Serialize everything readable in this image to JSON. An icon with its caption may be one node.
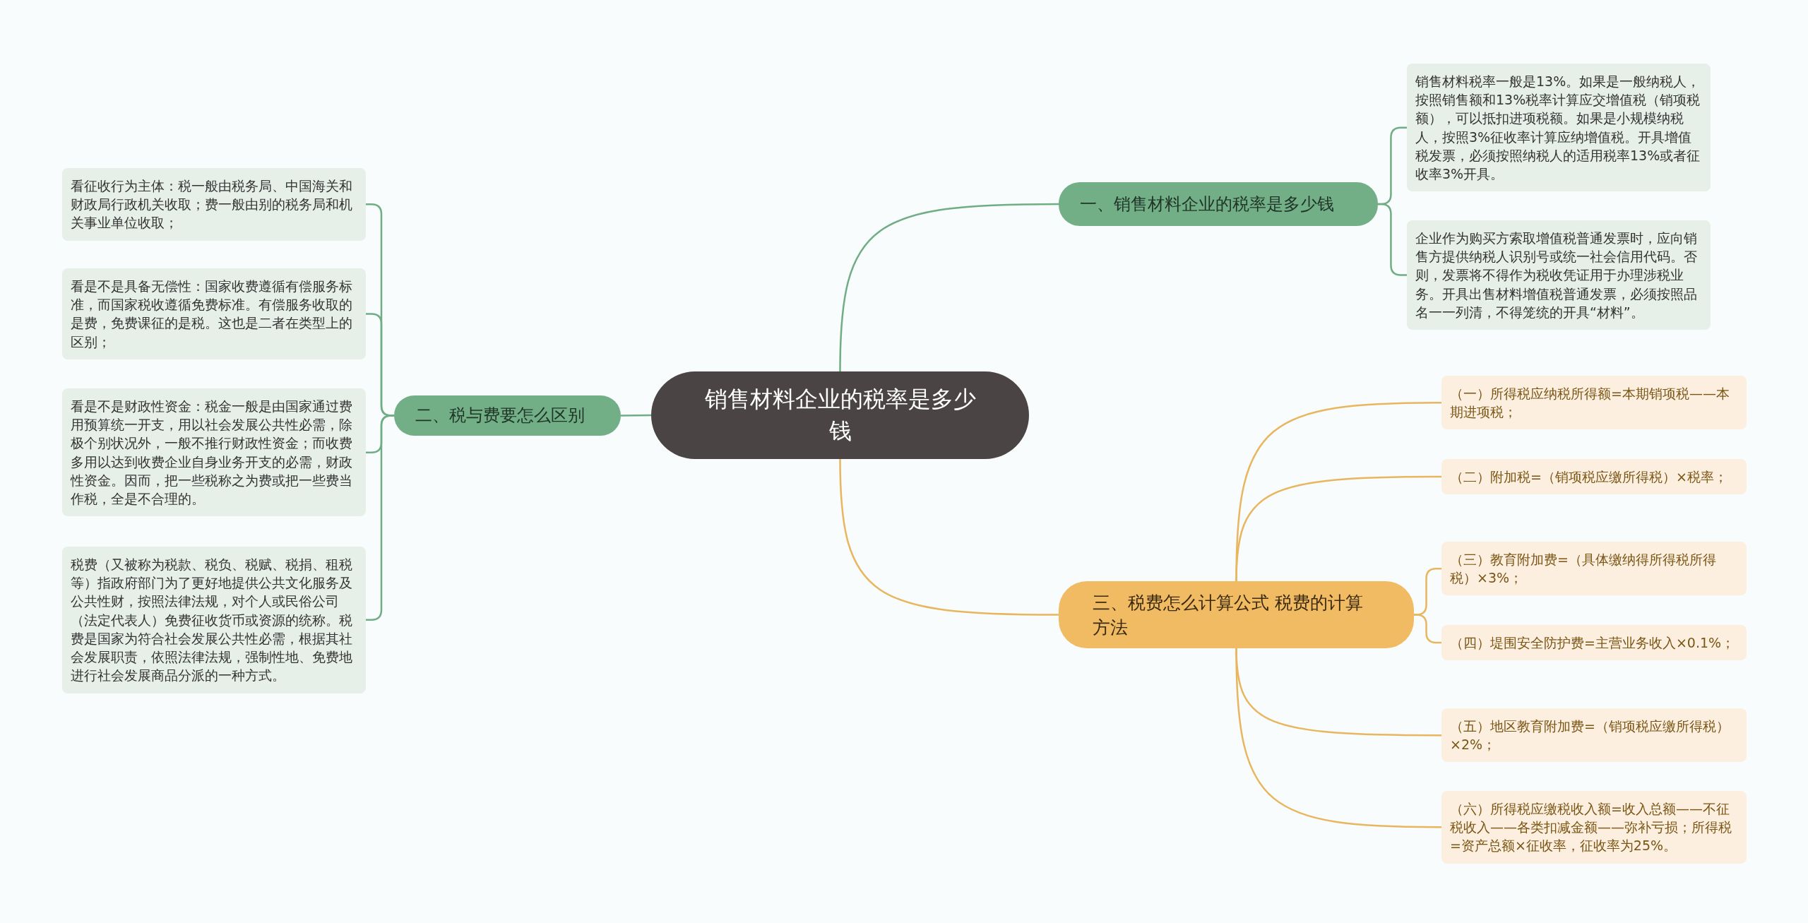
{
  "diagram": {
    "nodes": [
      {
        "text": [
          "销售材料企业的税率是多少钱"
        ]
      },
      {
        "text": [
          "一、销售材料企业的税率是多少钱"
        ]
      },
      {
        "text": [
          "销售材料税率一般是13%。如果是一般纳税人，按照销售额和13%税率计算应交增值税（销项税额），可以抵扣进项税额。如果是小规模纳税人，按照3%征收率计算应纳增值税。开具增值税发票，必须按照纳税人的适用税率13%或者征收率3%开具。"
        ]
      },
      {
        "text": [
          "企业作为购买方索取增值税普通发票时，应向销售方提供纳税人识别号或统一社会信用代码。否则，发票将不得作为税收凭证用于办理涉税业务。开具出售材料增值税普通发票，必须按照品名一一列清，不得笼统的开具“材料”。"
        ]
      },
      {
        "text": [
          "二、税与费要怎么区别"
        ]
      },
      {
        "text": [
          "看征收行为主体：税一般由税务局、中国海关和财政局行政机关收取；费一般由别的税务局和机关事业单位收取；"
        ]
      },
      {
        "text": [
          "看是不是具备无偿性：国家收费遵循有偿服务标准，而国家税收遵循免费标准。有偿服务收取的是费，免费课征的是税。这也是二者在类型上的区别；"
        ]
      },
      {
        "text": [
          "看是不是财政性资金：税金一般是由国家通过费用预算统一开支，用以社会发展公共性必需，除极个别状况外，一般不推行财政性资金；而收费多用以达到收费企业自身业务开支的必需，财政性资金。因而，把一些税称之为费或把一些费当作税，全是不合理的。"
        ]
      },
      {
        "text": [
          "税费（又被称为税款、税负、税赋、税捐、租税等）指政府部门为了更好地提供公共文化服务及公共性财，按照法律法规，对个人或民俗公司（法定代表人）免费征收货币或资源的统称。税费是国家为符合社会发展公共性必需，根据其社会发展职责，依照法律法规，强制性地、免费地进行社会发展商品分派的一种方式。"
        ]
      },
      {
        "text": [
          "三、税费怎么计算公式 税费的计算方法"
        ]
      },
      {
        "text": [
          "（一）所得税应纳税所得额=本期销项税——本期进项税；"
        ]
      },
      {
        "text": [
          "（二）附加税=（销项税应缴所得税）×税率；"
        ]
      },
      {
        "text": [
          "（三）教育附加费=（具体缴纳得所得税所得税）×3%；"
        ]
      },
      {
        "text": [
          "（四）堤围安全防护费=主营业务收入×0.1%；"
        ]
      },
      {
        "text": [
          "（五）地区教育附加费=（销项税应缴所得税）×2%；"
        ]
      },
      {
        "text": [
          "（六）所得税应缴税收入额=收入总额——不征税收入——各类扣减金额——弥补亏损；所得税=资产总额×征收率，征收率为25%。"
        ]
      }
    ],
    "edges": [
      {
        "from": 0,
        "to": 1,
        "arrow": "none"
      },
      {
        "from": 1,
        "to": 2,
        "arrow": "none"
      },
      {
        "from": 1,
        "to": 3,
        "arrow": "none"
      },
      {
        "from": 0,
        "to": 4,
        "arrow": "none"
      },
      {
        "from": 4,
        "to": 5,
        "arrow": "none"
      },
      {
        "from": 4,
        "to": 6,
        "arrow": "none"
      },
      {
        "from": 4,
        "to": 7,
        "arrow": "none"
      },
      {
        "from": 4,
        "to": 8,
        "arrow": "none"
      },
      {
        "from": 0,
        "to": 9,
        "arrow": "none",
        "color": "#e8b65e"
      },
      {
        "from": 9,
        "to": 10,
        "arrow": "none",
        "color": "#e8b65e"
      },
      {
        "from": 9,
        "to": 11,
        "arrow": "none",
        "color": "#e8b65e"
      },
      {
        "from": 9,
        "to": 12,
        "arrow": "none",
        "color": "#e8b65e"
      },
      {
        "from": 9,
        "to": 13,
        "arrow": "none",
        "color": "#e8b65e"
      },
      {
        "from": 9,
        "to": 14,
        "arrow": "none",
        "color": "#e8b65e"
      },
      {
        "from": 9,
        "to": 15,
        "arrow": "none",
        "color": "#e8b65e"
      }
    ]
  }
}
